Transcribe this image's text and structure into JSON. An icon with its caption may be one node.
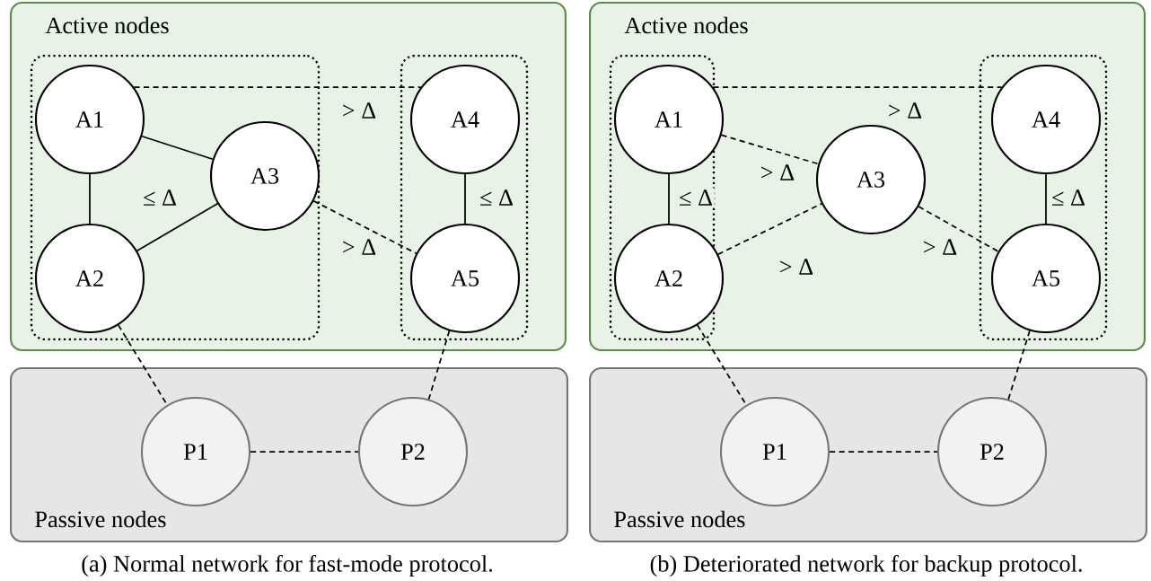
{
  "diagram": {
    "nodes": [
      {
        "text": [
          "Active nodes"
        ]
      },
      {
        "text": [],
        "shape": "box",
        "in": 0
      },
      {
        "text": [],
        "shape": "box",
        "in": 0
      },
      {
        "text": [
          "A1"
        ],
        "in": 1
      },
      {
        "text": [
          "A2"
        ],
        "in": 1
      },
      {
        "text": [
          "A3"
        ],
        "in": 1
      },
      {
        "text": [
          "A4"
        ],
        "in": 2
      },
      {
        "text": [
          "A5"
        ],
        "in": 2
      },
      {
        "text": [
          "Passive nodes"
        ]
      },
      {
        "text": [
          "P1"
        ],
        "in": 8
      },
      {
        "text": [
          "P2"
        ],
        "in": 8
      },
      {
        "text": [
          "Active nodes"
        ]
      },
      {
        "text": [],
        "shape": "box",
        "in": 11
      },
      {
        "text": [],
        "shape": "box",
        "in": 11
      },
      {
        "text": [
          "A1"
        ],
        "in": 12
      },
      {
        "text": [
          "A2"
        ],
        "in": 12
      },
      {
        "text": [
          "A3"
        ],
        "in": 11
      },
      {
        "text": [
          "A4"
        ],
        "in": 13
      },
      {
        "text": [
          "A5"
        ],
        "in": 13
      },
      {
        "text": [
          "Passive nodes"
        ]
      },
      {
        "text": [
          "P1"
        ],
        "in": 19
      },
      {
        "text": [
          "P2"
        ],
        "in": 19
      }
    ],
    "edges": [
      {
        "from": 3,
        "to": 4,
        "arrow": "none"
      },
      {
        "from": 3,
        "to": 5,
        "arrow": "none"
      },
      {
        "from": 4,
        "to": 5,
        "arrow": "none"
      },
      {
        "from": 3,
        "to": 6,
        "arrow": "none",
        "label": "> Δ",
        "style": "dashed"
      },
      {
        "from": 5,
        "to": 7,
        "arrow": "none",
        "label": "> Δ",
        "style": "dashed"
      },
      {
        "from": 6,
        "to": 7,
        "arrow": "none",
        "label": "≤ Δ"
      },
      {
        "from": 4,
        "to": 9,
        "arrow": "none",
        "style": "dashed"
      },
      {
        "from": 7,
        "to": 10,
        "arrow": "none",
        "style": "dashed"
      },
      {
        "from": 9,
        "to": 10,
        "arrow": "none",
        "style": "dashed"
      },
      {
        "from": 14,
        "to": 15,
        "arrow": "none",
        "label": "≤ Δ"
      },
      {
        "from": 14,
        "to": 17,
        "arrow": "none",
        "label": "> Δ",
        "style": "dashed"
      },
      {
        "from": 14,
        "to": 16,
        "arrow": "none",
        "label": "> Δ",
        "style": "dashed"
      },
      {
        "from": 15,
        "to": 16,
        "arrow": "none",
        "label": "> Δ",
        "style": "dashed"
      },
      {
        "from": 16,
        "to": 18,
        "arrow": "none",
        "label": "> Δ",
        "style": "dashed"
      },
      {
        "from": 17,
        "to": 18,
        "arrow": "none",
        "label": "≤ Δ"
      },
      {
        "from": 15,
        "to": 20,
        "arrow": "none",
        "style": "dashed"
      },
      {
        "from": 18,
        "to": 21,
        "arrow": "none",
        "style": "dashed"
      },
      {
        "from": 20,
        "to": 21,
        "arrow": "none",
        "style": "dashed"
      }
    ],
    "labels": [
      "≤ Δ",
      "(a) Normal network for fast-mode protocol.",
      "(b) Deteriorated network for backup protocol."
    ]
  }
}
